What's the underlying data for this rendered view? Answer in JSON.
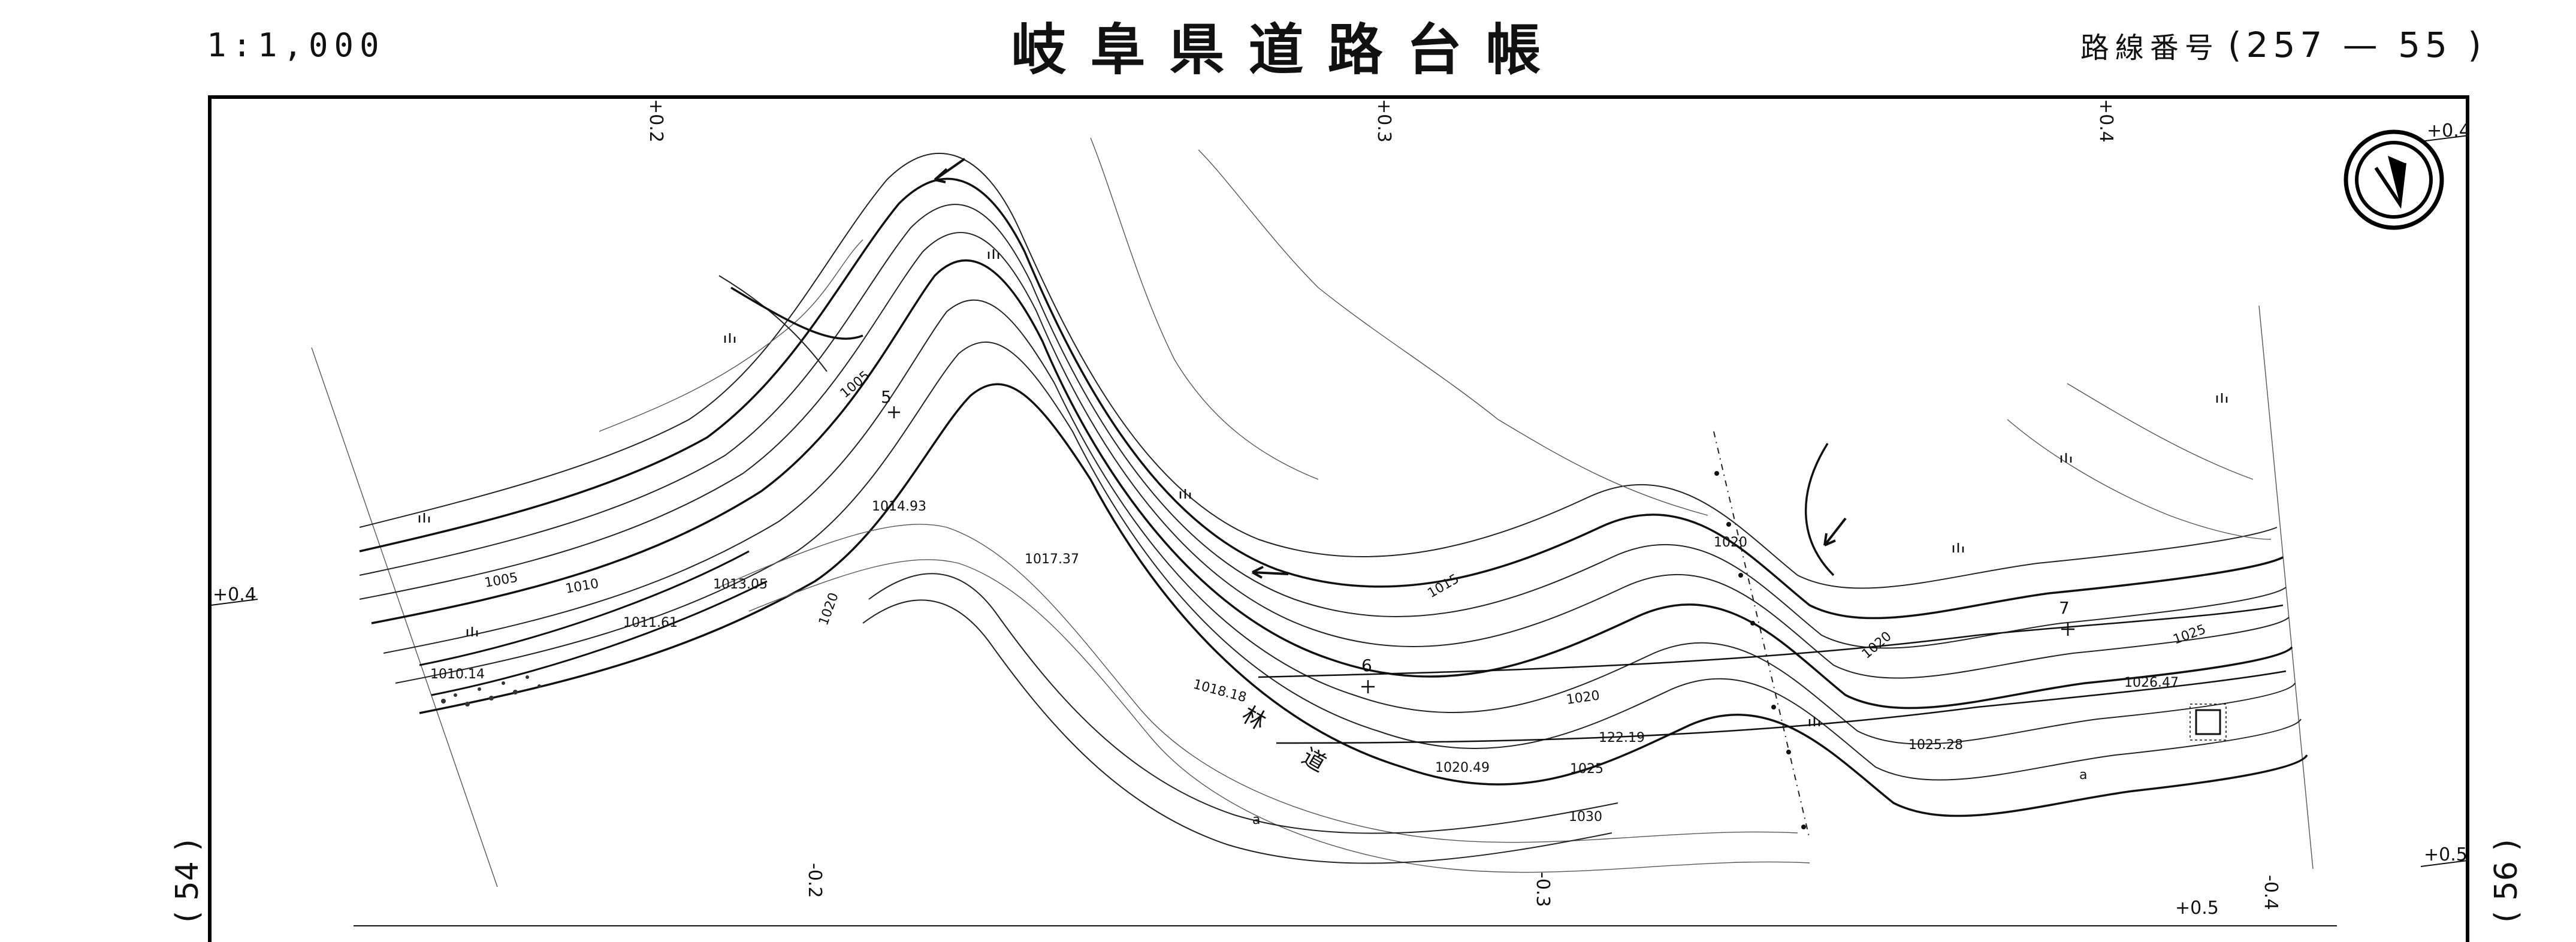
{
  "header": {
    "scale": "1:1,000",
    "title": "岐阜県道路台帳",
    "route_label": "路線番号",
    "route_number": "(257 — 55 )"
  },
  "frame_edges": {
    "left_sheet": "( 54 )",
    "right_sheet": "( 56 )"
  },
  "station_marks": {
    "top": [
      "+0.2",
      "+0.3",
      "+0.4",
      "+0.4"
    ],
    "left": "+0.4",
    "bottom": [
      "-0.2",
      "-0.3",
      "+0.5",
      "-0.4"
    ],
    "right": "+0.5"
  },
  "points": [
    "5",
    "6",
    "7"
  ],
  "elevations": [
    "1014.93",
    "1017.37",
    "1013.05",
    "1011.61",
    "1010.14",
    "1018.18",
    "1020.49",
    "122.19",
    "1025.28",
    "1026.47"
  ],
  "contours": [
    "1005",
    "1005",
    "1010",
    "1020",
    "1015",
    "1020",
    "1020",
    "1020",
    "1025",
    "1025",
    "1030"
  ],
  "road_label": [
    "林",
    "道"
  ],
  "icons": {
    "north": "north-arrow-icon",
    "vegetation": "grass-symbol-icon"
  },
  "colors": {
    "ink": "#111111",
    "paper": "#ffffff"
  }
}
